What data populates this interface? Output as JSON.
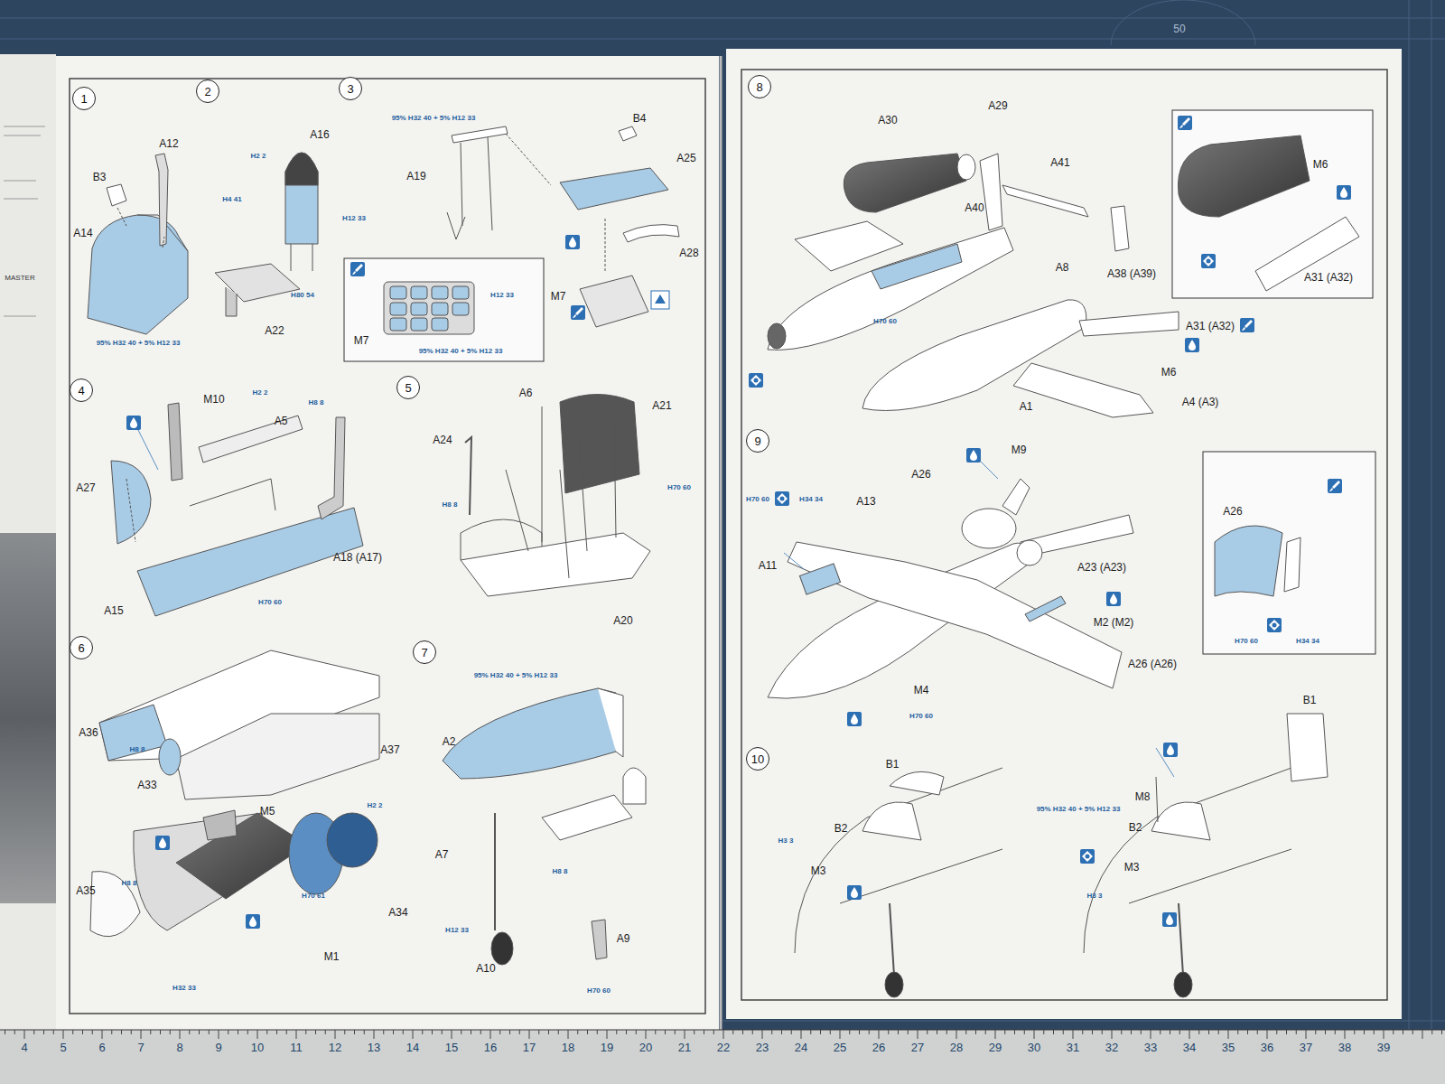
{
  "diagram": {
    "nodes": [
      {
        "text": [
          "1"
        ]
      },
      {
        "text": [
          "2"
        ]
      },
      {
        "text": [
          "3"
        ]
      },
      {
        "text": [
          "4"
        ]
      },
      {
        "text": [
          "5"
        ]
      },
      {
        "text": [
          "6"
        ]
      },
      {
        "text": [
          "7"
        ]
      },
      {
        "text": [
          "8"
        ]
      },
      {
        "text": [
          "9"
        ]
      },
      {
        "text": [
          "10"
        ]
      }
    ],
    "labels": [
      "MASTER",
      "A12",
      "B3",
      "A14",
      "95% H32 40 + 5% H12 33",
      "A16",
      "H2 2",
      "H4 41",
      "H12 33",
      "H80 54",
      "A22",
      "95% H32 40 + 5% H12 33",
      "B4",
      "A25",
      "A19",
      "A28",
      "M7",
      "M7",
      "H12 33",
      "95% H32 40 + 5% H12 33",
      "M10",
      "H2 2",
      "H8 8",
      "A5",
      "A27",
      "A18 (A17)",
      "A15",
      "H70 60",
      "A6",
      "A21",
      "A24",
      "H70 60",
      "H8 8",
      "A20",
      "A36",
      "H8 8",
      "A37",
      "A33",
      "M5",
      "H2 2",
      "A34",
      "A35",
      "H8 8",
      "H70 61",
      "M1",
      "H32 33",
      "95% H32 40 + 5% H12 33",
      "A2",
      "A7",
      "H8 8",
      "H12 33",
      "A9",
      "A10",
      "H70 60",
      "A30",
      "A29",
      "A41",
      "A40",
      "A8",
      "A38 (A39)",
      "H70 60",
      "A31 (A32)",
      "M6",
      "A1",
      "A4 (A3)",
      "M6",
      "A31 (A32)",
      "M9",
      "A26",
      "H70 60",
      "H34 34",
      "A13",
      "A11",
      "A23 (A23)",
      "M2 (M2)",
      "A26 (A26)",
      "M4",
      "H70 60",
      "A26",
      "H70 60",
      "H34 34",
      "B1",
      "B2",
      "M3",
      "H3 3",
      "B1",
      "M8",
      "95% H32 40 + 5% H12 33",
      "B2",
      "M3",
      "H3 3",
      "50",
      "4",
      "5",
      "6",
      "7",
      "8",
      "9",
      "10",
      "11",
      "12",
      "13",
      "14",
      "15",
      "16",
      "17",
      "18",
      "19",
      "20",
      "21",
      "22",
      "23",
      "24",
      "25",
      "26",
      "27",
      "28",
      "29",
      "30",
      "31",
      "32",
      "33",
      "34",
      "35",
      "36",
      "37",
      "38",
      "39"
    ]
  }
}
